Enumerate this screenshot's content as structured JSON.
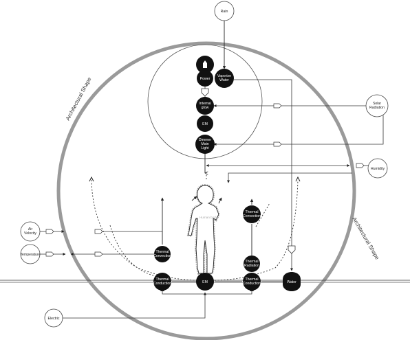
{
  "nodes": {
    "rain": "Rain",
    "solar_radiation": [
      "Solar",
      "Radiation"
    ],
    "humidity": "Humidity",
    "air_velocity": [
      "Air",
      "Velocity"
    ],
    "temperature": "Temperature",
    "electric": "Electric",
    "power": "Power",
    "vaporize_water": [
      "Vaporize",
      "Water"
    ],
    "internal_glow": [
      "Internal",
      "glow"
    ],
    "em_top": "EM",
    "dimmer_main_light": [
      "Dimmer",
      "Main",
      "Light"
    ],
    "thermal_convection_left": [
      "Thermal",
      "Convection"
    ],
    "thermal_convection_right": [
      "Thermal",
      "Convection"
    ],
    "thermal_radiation": [
      "Thermal",
      "Radiation"
    ],
    "thermal_conduction_left": [
      "Thermal",
      "Conduction"
    ],
    "thermal_conduction_right": [
      "Thermal",
      "Conduction"
    ],
    "em_bottom": "EM",
    "water": "Water"
  },
  "labels": {
    "architectural_shape_left": "Architectural Shape",
    "architectural_shape_right": "Architectural Shape",
    "human_body": "Human body"
  },
  "colors": {
    "node_fill": "#111111",
    "ring": "#9a9a9a",
    "line": "#222222"
  }
}
